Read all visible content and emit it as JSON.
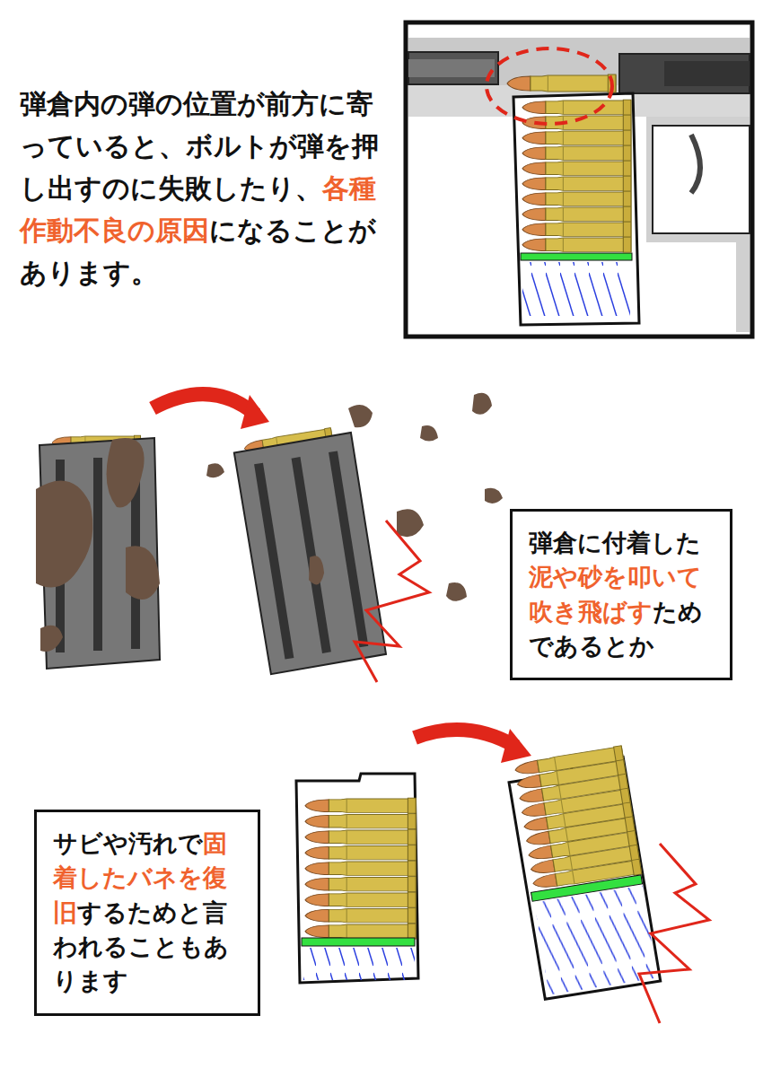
{
  "diagram": {
    "nodes": [
      {
        "text": [
          "弾倉に付着した",
          "泥や砂を叩いて吹き飛ばす",
          "ためであるとか"
        ]
      },
      {
        "text": [
          "サビや汚れで",
          "固着したバネを復旧",
          "するためと言われることもあります"
        ]
      }
    ],
    "labels": [
      "弾倉内の弾の位置が前方に寄っていると、ボルトが弾を押し出すのに失敗したり、",
      "各種作動不良の原因",
      "になることがあります。"
    ]
  }
}
